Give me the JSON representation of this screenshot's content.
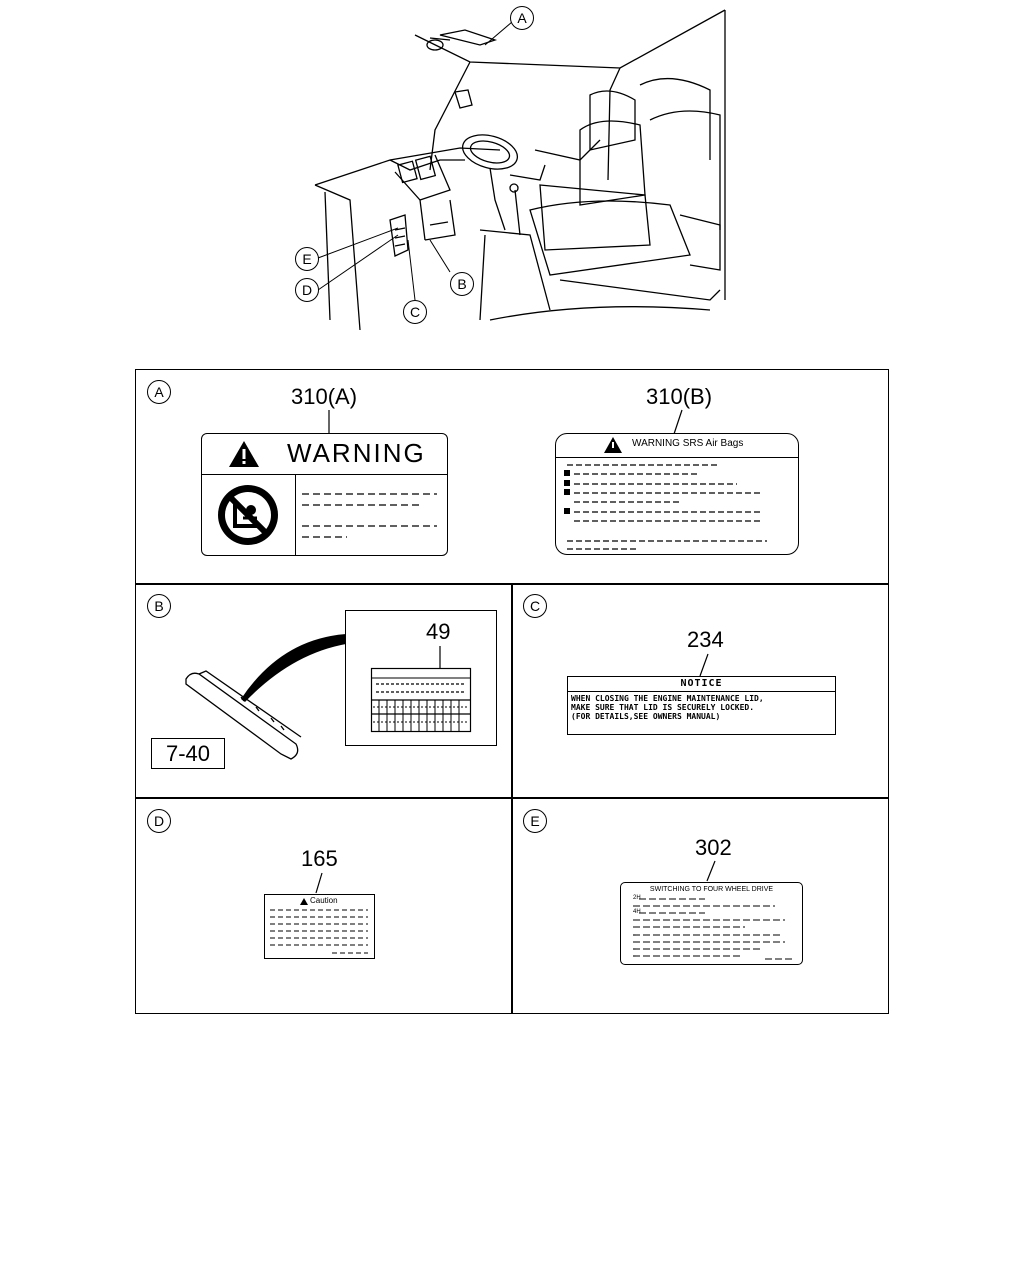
{
  "callouts": {
    "a": "A",
    "b": "B",
    "c": "C",
    "d": "D",
    "e": "E"
  },
  "sections": {
    "a": {
      "letter": "A",
      "left": {
        "part": "310(A)",
        "heading": "WARNING"
      },
      "right": {
        "part": "310(B)",
        "heading": "WARNING SRS Air Bags"
      }
    },
    "b": {
      "letter": "B",
      "part_box": "7-40",
      "part": "49"
    },
    "c": {
      "letter": "C",
      "part": "234",
      "heading": "NOTICE",
      "lines": [
        "WHEN CLOSING THE ENGINE MAINTENANCE LID,",
        "MAKE SURE THAT LID IS SECURELY LOCKED.",
        "(FOR DETAILS,SEE OWNERS MANUAL)"
      ]
    },
    "d": {
      "letter": "D",
      "part": "165",
      "heading": "Caution"
    },
    "e": {
      "letter": "E",
      "part": "302",
      "heading": "SWITCHING TO FOUR WHEEL DRIVE",
      "row1": "2H",
      "row2": "4H"
    }
  }
}
